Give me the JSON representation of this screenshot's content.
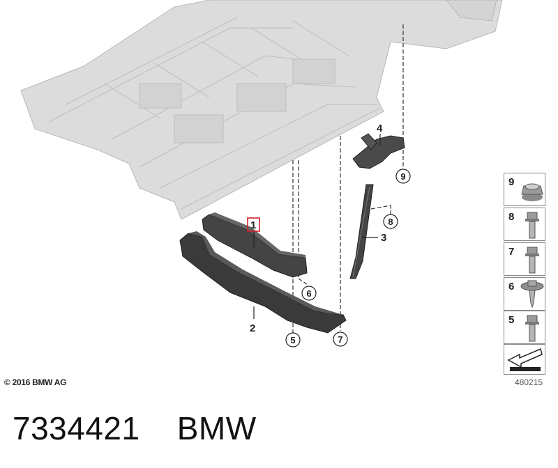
{
  "callouts": {
    "c1": "1",
    "c2": "2",
    "c3": "3",
    "c4": "4",
    "c5": "5",
    "c6": "6",
    "c7": "7",
    "c8": "8",
    "c9": "9"
  },
  "legend": [
    {
      "label": "9",
      "icon": "flange-nut-icon"
    },
    {
      "label": "8",
      "icon": "hex-bolt-icon"
    },
    {
      "label": "7",
      "icon": "hex-bolt-icon"
    },
    {
      "label": "6",
      "icon": "washer-screw-icon"
    },
    {
      "label": "5",
      "icon": "hex-bolt-icon"
    }
  ],
  "copyright": "© 2016 BMW AG",
  "diagram_id": "480215",
  "footer": {
    "part_number": "7334421",
    "brand": "BMW"
  },
  "colors": {
    "highlight": "#d0202a",
    "body_shell": "#d9d9d9",
    "part_dark": "#3a3a3a"
  }
}
